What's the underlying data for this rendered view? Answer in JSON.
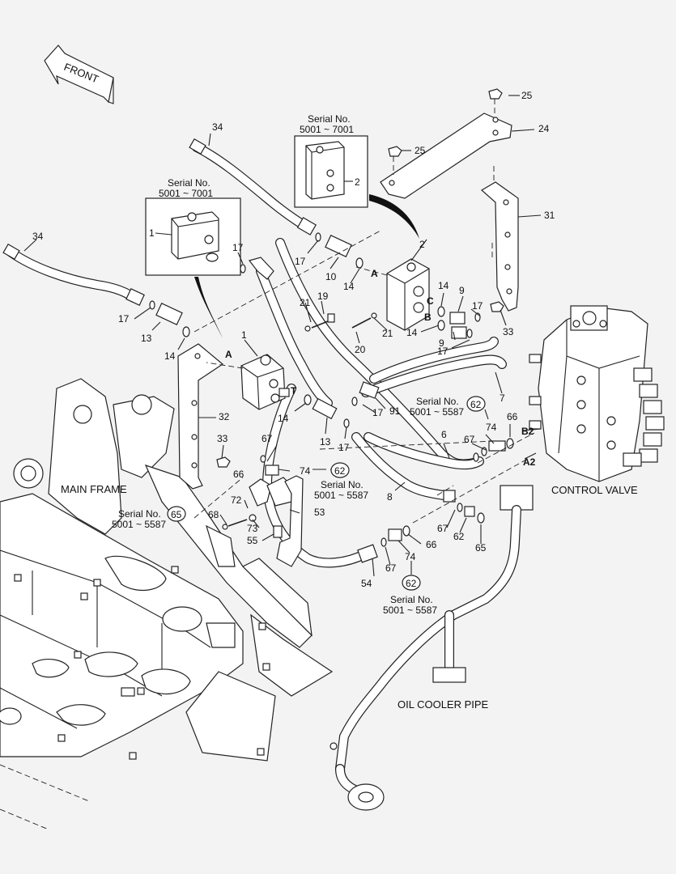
{
  "front_label": "FRONT",
  "section_labels": {
    "main_frame": "MAIN FRAME",
    "control_valve": "CONTROL VALVE",
    "oil_cooler_pipe": "OIL COOLER PIPE"
  },
  "serial_notes": {
    "box_left": {
      "title": "Serial No.",
      "range": "5001 ~ 7001",
      "callout": "1"
    },
    "box_right": {
      "title": "Serial No.",
      "range": "5001 ~ 7001",
      "callout": "2"
    },
    "note_65": {
      "title": "Serial No.",
      "range": "5001 ~ 5587",
      "callout": "65"
    },
    "note_62_upper": {
      "title": "Serial No.",
      "range": "5001 ~ 5587",
      "callout": "62"
    },
    "note_62_mid": {
      "title": "Serial No.",
      "range": "5001 ~ 5587",
      "callout": "62"
    },
    "note_62_lower": {
      "title": "Serial No.",
      "range": "5001 ~ 5587",
      "callout": "62"
    }
  },
  "port_letters": {
    "A_left": "A",
    "T": "T",
    "A_right": "A",
    "C": "C",
    "B": "B",
    "B2": "B2",
    "A2": "A2"
  },
  "callouts": {
    "p34_top": "34",
    "p34_left": "34",
    "p17_a": "17",
    "p17_b": "17",
    "p17_c": "17",
    "p17_d": "17",
    "p17_e": "17",
    "p17_f": "17",
    "p13_a": "13",
    "p13_b": "13",
    "p14_a": "14",
    "p14_b": "14",
    "p14_c": "14",
    "p14_d": "14",
    "p14_e": "14",
    "p10": "10",
    "p2": "2",
    "p1": "1",
    "p21_a": "21",
    "p21_b": "21",
    "p19": "19",
    "p20": "20",
    "p9_a": "9",
    "p9_b": "9",
    "p33_a": "33",
    "p33_b": "33",
    "p25_a": "25",
    "p25_b": "25",
    "p24": "24",
    "p31": "31",
    "p7": "7",
    "p91": "91",
    "p32": "32",
    "p6": "6",
    "p67_a": "67",
    "p67_b": "67",
    "p67_c": "67",
    "p67_d": "67",
    "p74_a": "74",
    "p74_b": "74",
    "p74_c": "74",
    "p66_a": "66",
    "p66_b": "66",
    "p66_c": "66",
    "p8": "8",
    "p53": "53",
    "p72": "72",
    "p73": "73",
    "p68": "68",
    "p55": "55",
    "p54": "54",
    "p62": "62",
    "p65": "65"
  }
}
